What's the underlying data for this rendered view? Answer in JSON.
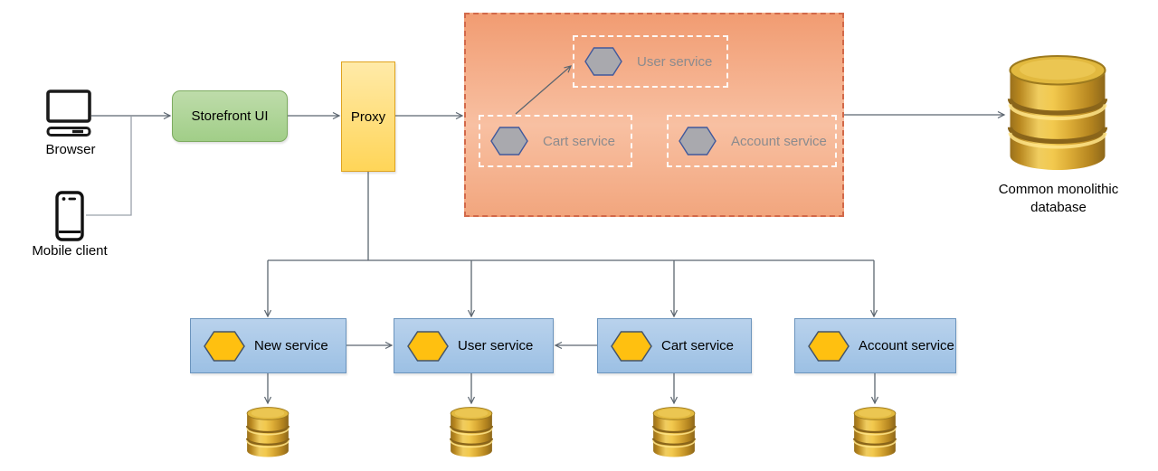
{
  "clients": [
    {
      "label": "Browser"
    },
    {
      "label": "Mobile client"
    }
  ],
  "storefront": {
    "label": "Storefront UI"
  },
  "proxy": {
    "label": "Proxy"
  },
  "monolith": {
    "services": [
      {
        "label": "User service"
      },
      {
        "label": "Cart service"
      },
      {
        "label": "Account service"
      }
    ]
  },
  "database": {
    "label_line1": "Common monolithic",
    "label_line2": "database"
  },
  "microservices": [
    {
      "label": "New service"
    },
    {
      "label": "User service"
    },
    {
      "label": "Cart service"
    },
    {
      "label": "Account service"
    }
  ],
  "icons": {
    "browser": "monitor-icon",
    "mobile": "smartphone-icon",
    "monolith_service": "gray-hexagon-icon",
    "microservice": "gold-hexagon-icon",
    "database": "database-cylinder-icon"
  },
  "colors": {
    "storefront_fill": "#aed298",
    "storefront_border": "#7dab60",
    "proxy_fill": "#ffdf7e",
    "proxy_border": "#dfa31e",
    "monolith_fill": "#f4ab82",
    "monolith_border": "#d2694a",
    "service_box_fill": "#abc8e8",
    "service_box_border": "#6b94bd",
    "hexagon_gray": "#a9a9ae",
    "hexagon_gray_border": "#41599c",
    "hexagon_gold": "#ffc010",
    "hexagon_gold_border": "#44546a",
    "database_gold": "#e9bd47",
    "edge": "#5c6670",
    "muted_label": "#8b8b8e"
  }
}
